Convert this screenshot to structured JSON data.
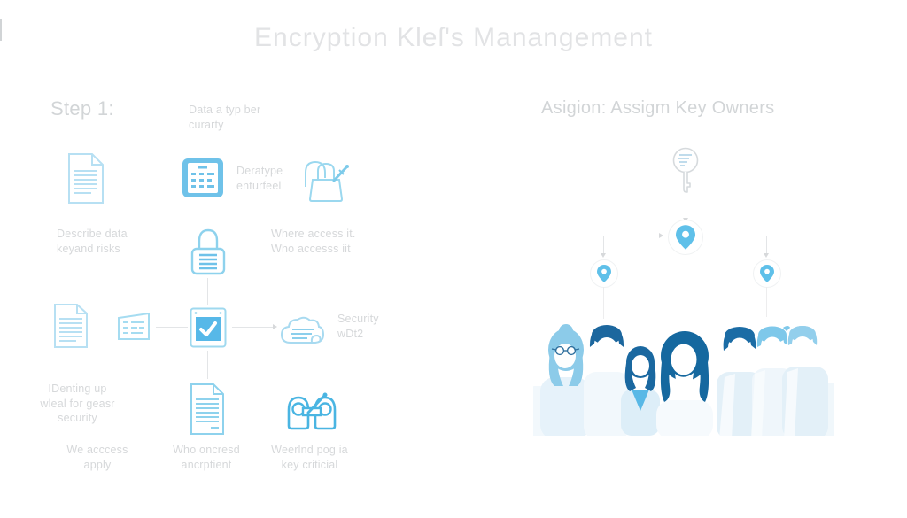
{
  "title": "Encryption Kleſ's Manangement",
  "left_panel": {
    "header": "Step 1:",
    "labels": {
      "data_type": "Data a typ ber\ncurarty",
      "deratype": "Deratype\nenturfeel",
      "describe_data": "Describe data\nkeyand risks",
      "where_access": "Where access it.\nWho accesss iit",
      "security": "Security\nwDt2",
      "identing": "IDenting up\nwleal for geasr\nsecurity",
      "we_access": "We acccess\napply",
      "who_oncresd": "Who oncresd\nancrptient",
      "weerlnd": "Weerlnd pog ia\nkey criticial"
    },
    "icons": [
      "document-icon",
      "calculator-icon",
      "lock-pen-icon",
      "padlock-icon",
      "document-icon",
      "note-icon",
      "checkbox-icon",
      "cloud-icon",
      "document-icon",
      "handcuffs-icon"
    ]
  },
  "right_panel": {
    "header": "Asigion: Assigm Key Owners",
    "icons": [
      "key-icon",
      "location-pin-icon",
      "location-pin-icon",
      "location-pin-icon",
      "people-group-illustration"
    ],
    "people_count": 7
  },
  "colors": {
    "background": "#ffffff",
    "title_text": "#e2e3e5",
    "header_text": "#d2d5d7",
    "caption_text": "#d6d8da",
    "icon_outline_light": "#b7e0f3",
    "icon_outline": "#8ed2ed",
    "icon_fill_blue": "#6fc2e9",
    "accent_blue": "#57b8e8",
    "cuffs_blue": "#4ab5e2",
    "pin_blue": "#5fc0e9",
    "hair_dark_blue": "#15689f",
    "hair_light_blue": "#7ec8ea",
    "body_light_blue": "#e2eff8",
    "connector_gray": "#e3e5e7"
  }
}
